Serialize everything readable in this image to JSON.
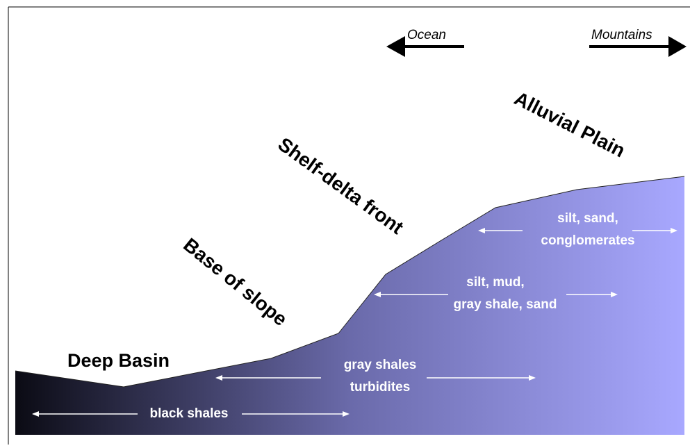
{
  "directions": {
    "ocean": "Ocean",
    "mountains": "Mountains"
  },
  "zones": {
    "alluvial_plain": "Alluvial Plain",
    "shelf_delta_front": "Shelf-delta front",
    "base_of_slope": "Base of slope",
    "deep_basin": "Deep Basin"
  },
  "sediments": {
    "alluvial": [
      "silt, sand,",
      "conglomerates"
    ],
    "shelf": [
      "silt, mud,",
      "gray shale, sand"
    ],
    "slope": [
      "gray shales",
      "turbidites"
    ],
    "basin": "black shales"
  },
  "colors": {
    "deep": "#0b0b14",
    "mid": "#6a6aaa",
    "shallow": "#a8a8ff",
    "arrow": "#000000",
    "sediment_text": "#ffffff"
  }
}
